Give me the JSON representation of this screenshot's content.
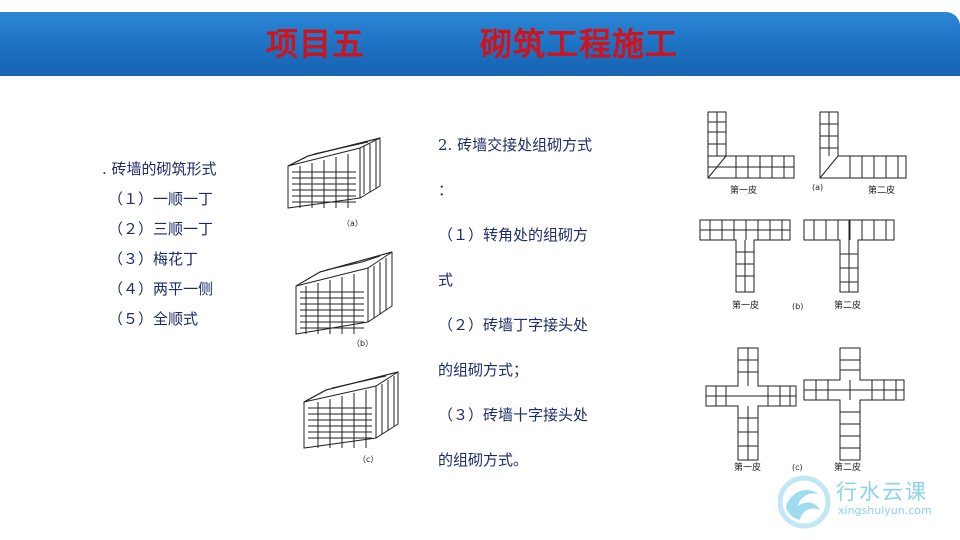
{
  "header": {
    "title_left": "项目五",
    "title_right": "砌筑工程施工",
    "bar_color": "#1c6fc0",
    "title_color": "#d0131b"
  },
  "left_section": {
    "heading": ". 砖墙的砌筑形式",
    "items": [
      "（１）一顺一丁",
      "（２）三顺一丁",
      "（３）梅花丁",
      "（４）两平一侧",
      "（５）全顺式"
    ]
  },
  "brick_figures": {
    "labels": [
      "（a）",
      "（b）",
      "（c）"
    ]
  },
  "middle_section": {
    "lines": [
      "2. 砖墙交接处组砌方式",
      "：",
      "（１）转角处的组砌方",
      "式",
      "（２）砖墙丁字接头处",
      "的组砌方式；",
      "（３）砖墙十字接头处",
      "的组砌方式。"
    ]
  },
  "diagram_labels": {
    "first_course": "第一皮",
    "second_course": "第二皮",
    "a": "(a)",
    "b": "(b)",
    "c": "(c)"
  },
  "logo": {
    "name": "行水云课",
    "url": "xingshuiyun.com",
    "color": "#8ad3ea"
  },
  "text_color": "#1d2a6b"
}
